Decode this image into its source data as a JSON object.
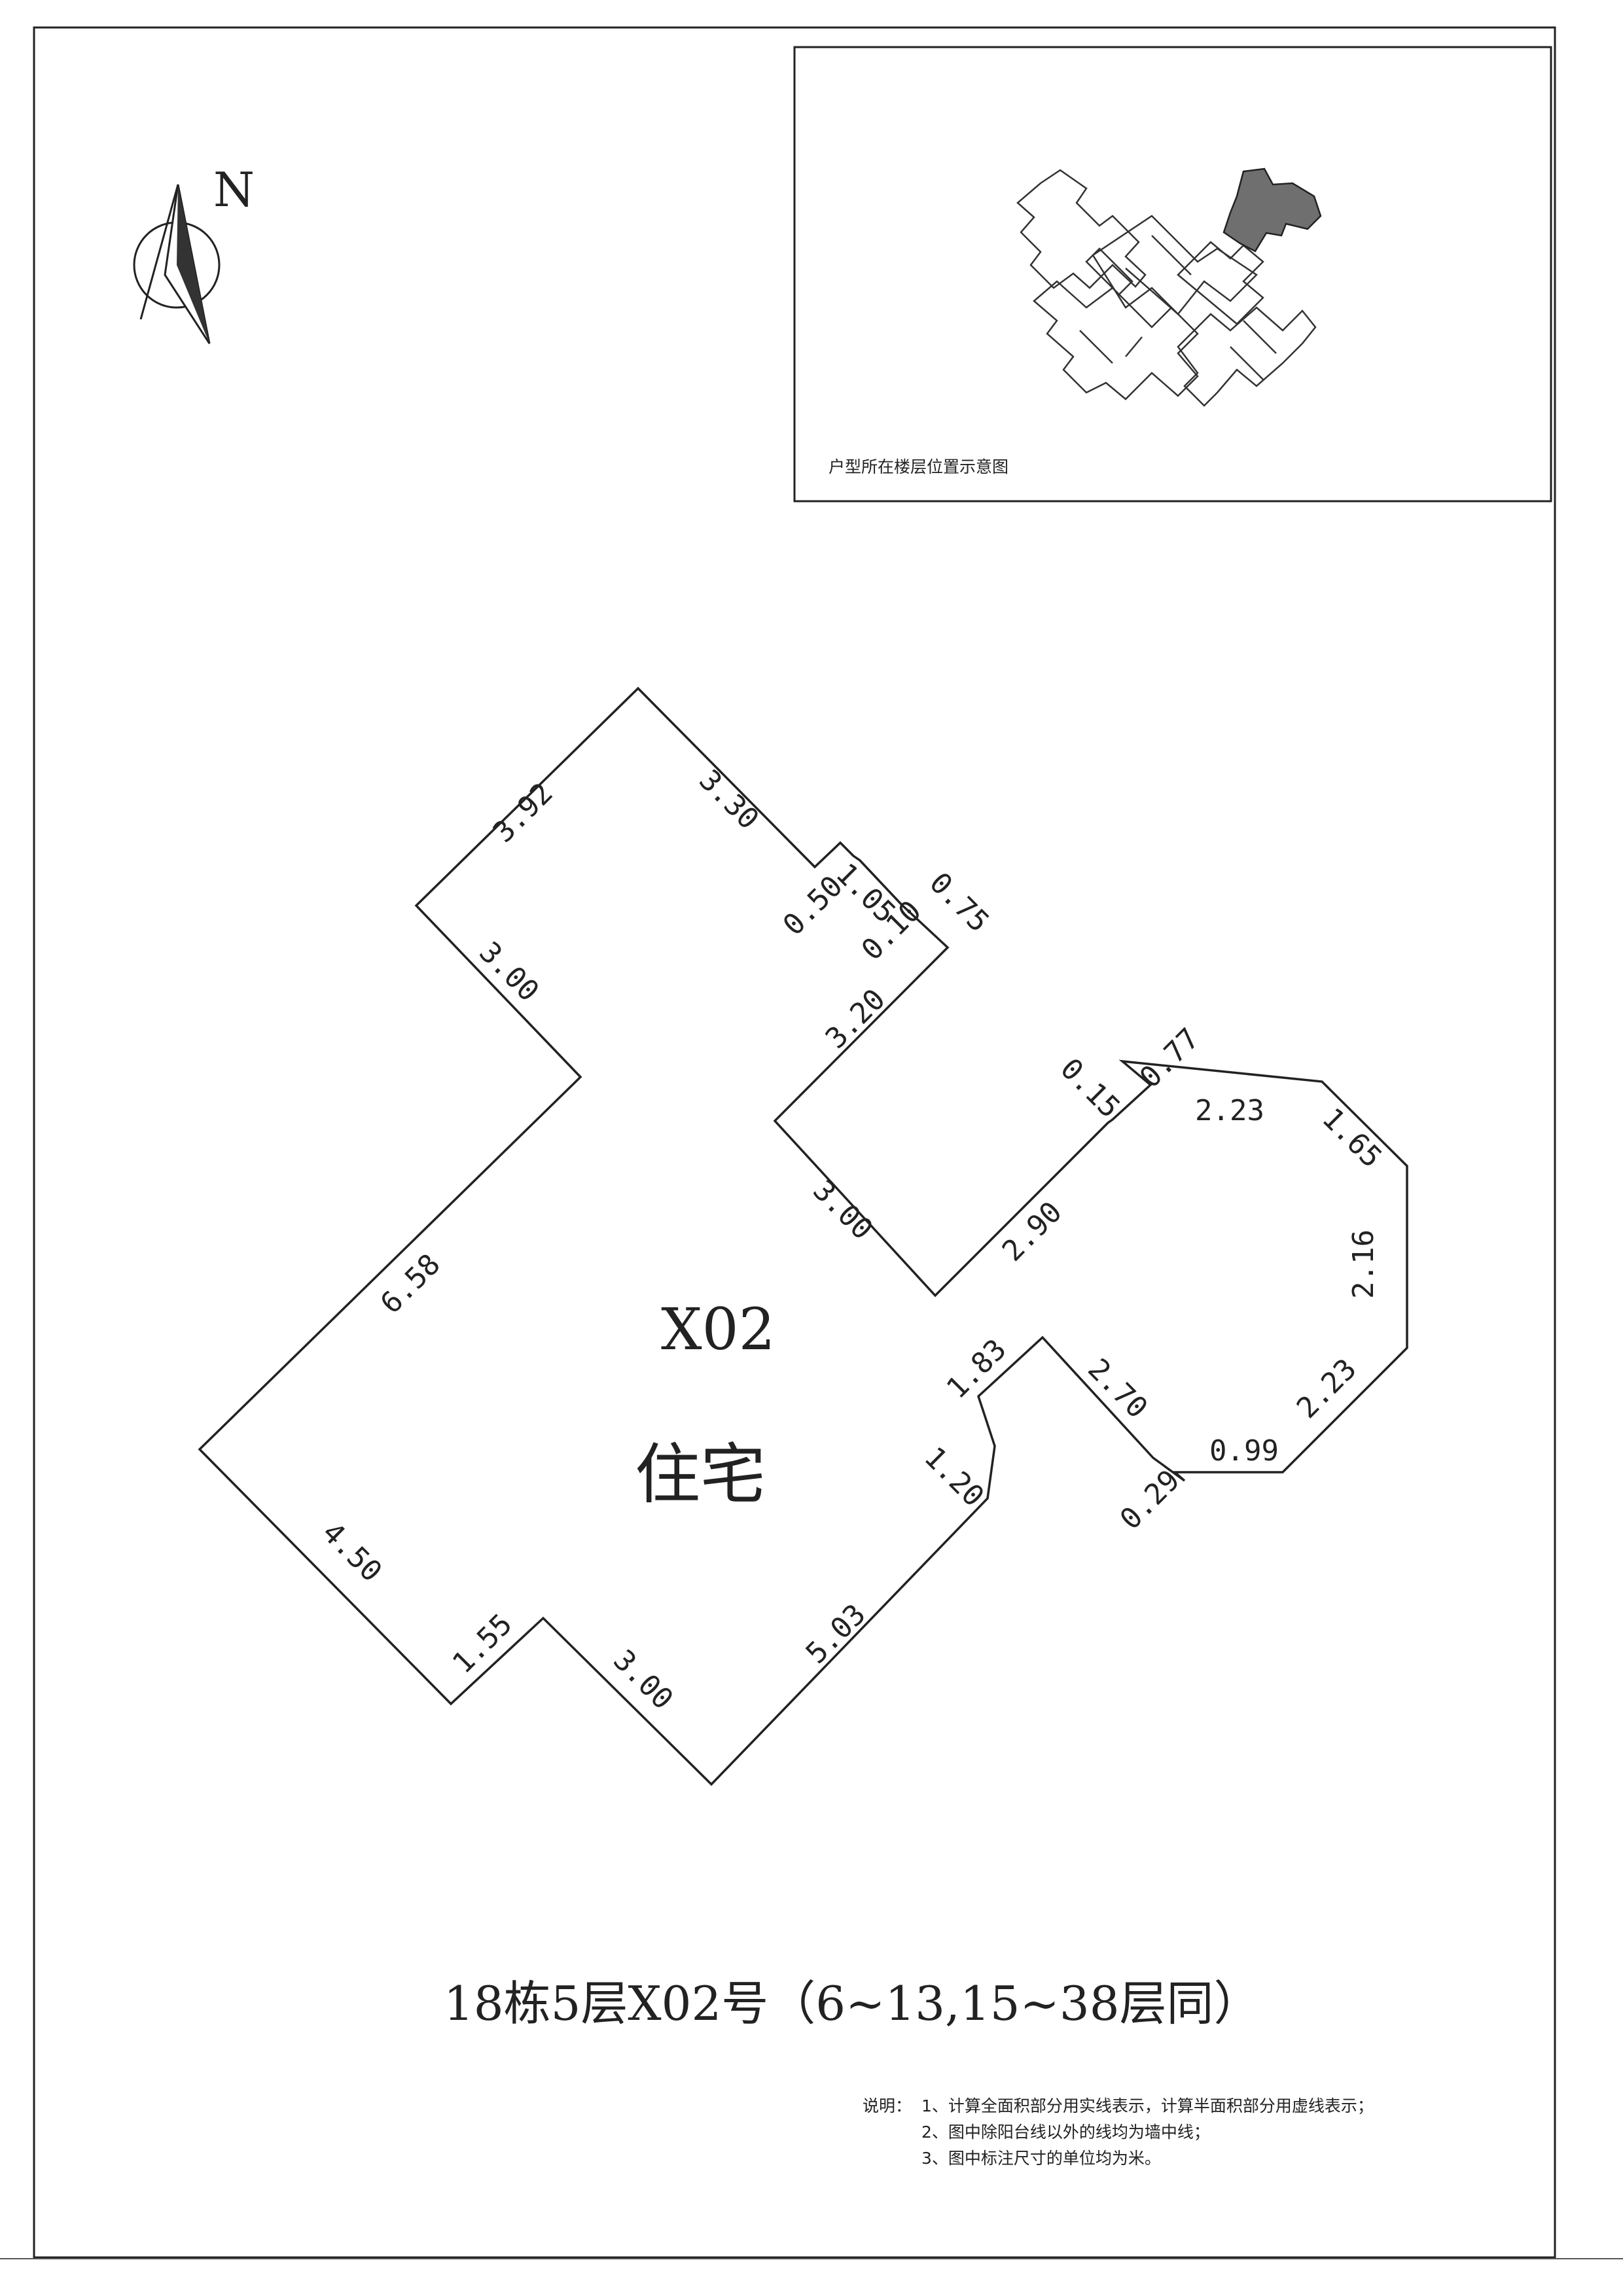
{
  "north_label": "N",
  "inset": {
    "caption": "户型所在楼层位置示意图"
  },
  "unit": {
    "code": "X02",
    "use": "住宅"
  },
  "dimensions": {
    "d392": "3.92",
    "d330": "3.30",
    "d050": "0.50",
    "d105": "1.05",
    "d010": "0.10",
    "d075": "0.75",
    "d300a": "3.00",
    "d320": "3.20",
    "d015": "0.15",
    "d077": "0.77",
    "d223a": "2.23",
    "d165": "1.65",
    "d216": "2.16",
    "d300b": "3.00",
    "d290": "2.90",
    "d658": "6.58",
    "d183": "1.83",
    "d270": "2.70",
    "d223b": "2.23",
    "d099": "0.99",
    "d029": "0.29",
    "d120": "1.20",
    "d450": "4.50",
    "d155": "1.55",
    "d300c": "3.00",
    "d503": "5.03"
  },
  "title": "18栋5层X02号（6~13,15~38层同）",
  "notes": {
    "label": "说明：",
    "line1": "1、计算全面积部分用实线表示，计算半面积部分用虚线表示；",
    "line2": "2、图中除阳台线以外的线均为墙中线；",
    "line3": "3、图中标注尺寸的单位均为米。"
  },
  "colors": {
    "line": "#222222",
    "highlight": "#6f6f6f"
  }
}
